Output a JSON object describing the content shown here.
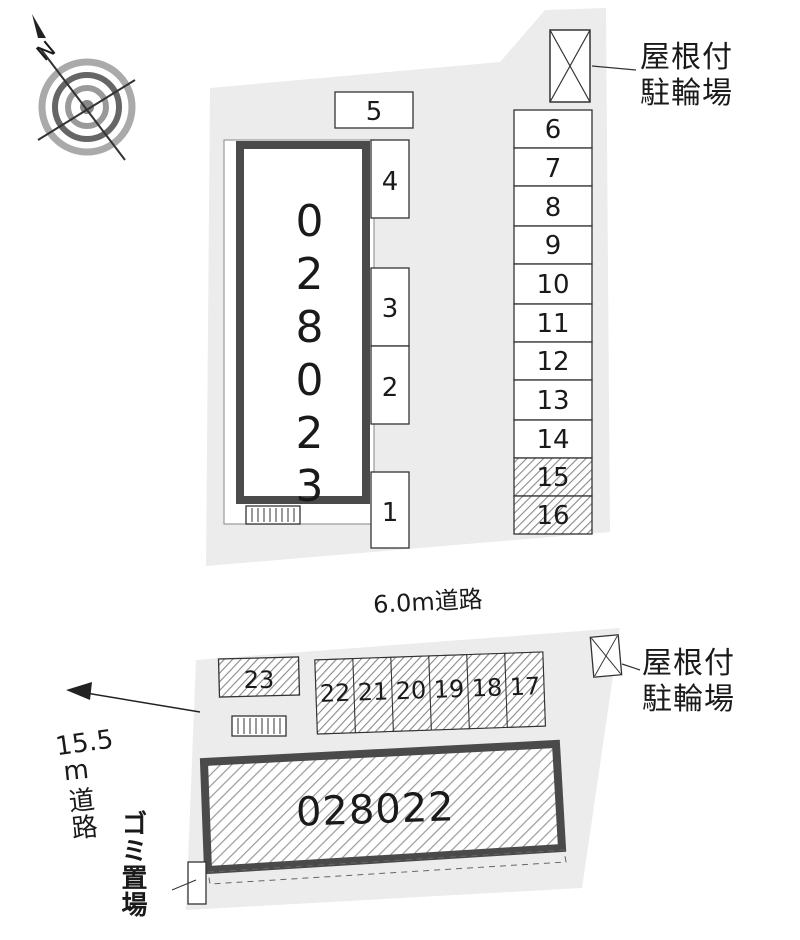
{
  "compass": {
    "north_label": "N"
  },
  "north_block": {
    "building_label": "028023",
    "bike_parking_label_line1": "屋根付",
    "bike_parking_label_line2": "駐輪場",
    "left_spaces": [
      "5",
      "4",
      "3",
      "2",
      "1"
    ],
    "right_spaces": [
      "6",
      "7",
      "8",
      "9",
      "10",
      "11",
      "12",
      "13",
      "14",
      "15",
      "16"
    ],
    "hatched_spaces": [
      "15",
      "16"
    ]
  },
  "road_north": {
    "label": "6.0m道路"
  },
  "south_block": {
    "building_label": "028022",
    "bike_parking_label_line1": "屋根付",
    "bike_parking_label_line2": "駐輪場",
    "space_23": "23",
    "row_spaces": [
      "22",
      "21",
      "20",
      "19",
      "18",
      "17"
    ],
    "garbage_label": "ゴミ置場"
  },
  "road_west": {
    "label_top": "15.5",
    "label_vertical": "m道路"
  },
  "colors": {
    "lot": "#ececec",
    "building_border": "#4a4a4a",
    "line": "#333333"
  }
}
